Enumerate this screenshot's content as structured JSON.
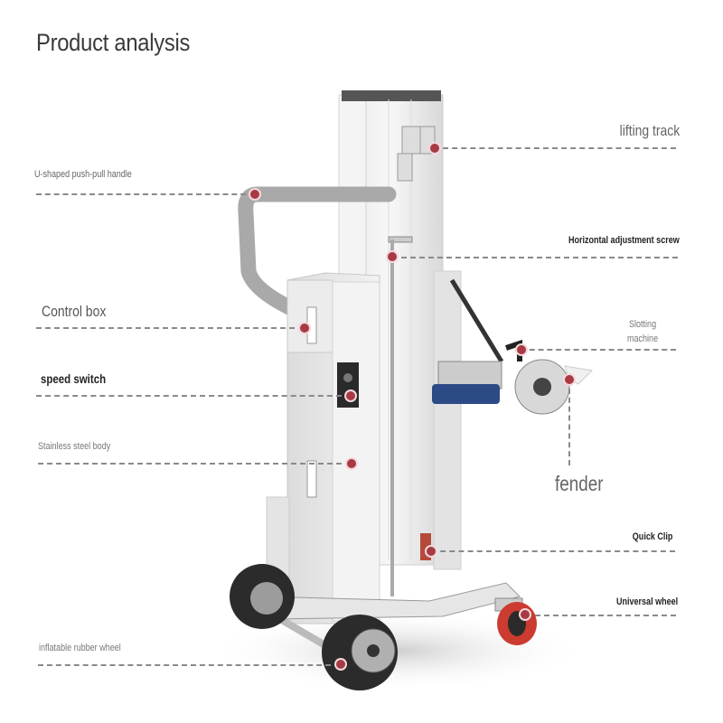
{
  "title": "Product analysis",
  "labels": {
    "lifting_track": "lifting track",
    "handle": "U-shaped push-pull handle",
    "adjust_screw": "Horizontal adjustment screw",
    "control_box": "Control box",
    "slotting_1": "Slotting",
    "slotting_2": "machine",
    "speed_switch": "speed switch",
    "body": "Stainless steel body",
    "fender": "fender",
    "quick_clip": "Quick Clip",
    "universal_wheel": "Universal wheel",
    "rubber_wheel": "inflatable rubber wheel"
  },
  "colors": {
    "marker": "#a83a44",
    "leader": "#8a8a8a",
    "text": "#555555"
  }
}
